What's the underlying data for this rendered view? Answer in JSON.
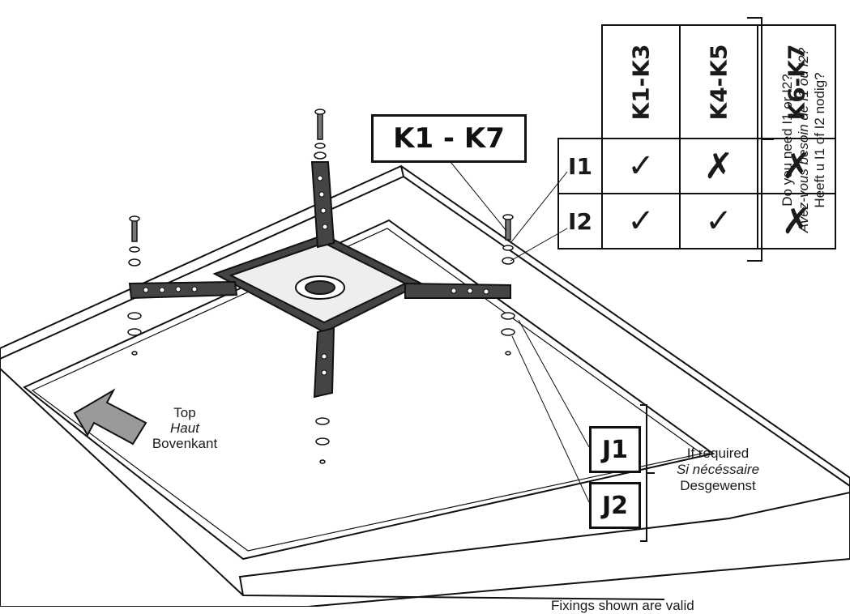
{
  "labels": {
    "k_box": "K1 - K7",
    "j1": "J1",
    "j2": "J2"
  },
  "table": {
    "columns": [
      "K1-K3",
      "K4-K5",
      "K6-K7"
    ],
    "rows": [
      {
        "label": "I1",
        "cells": [
          "✓",
          "✗",
          "✗"
        ]
      },
      {
        "label": "I2",
        "cells": [
          "✓",
          "✓",
          "✗"
        ]
      }
    ]
  },
  "question": {
    "line_en": "Do you need I1 or I2?",
    "line_fr": "Avez-vous besoin de I1 ou I2?",
    "line_nl": "Heeft u I1 of I2 nodig?"
  },
  "top_arrow": {
    "en": "Top",
    "fr": "Haut",
    "nl": "Bovenkant"
  },
  "if_required": {
    "en": "If required",
    "fr": "Si nécéssaire",
    "nl": "Desgewenst"
  },
  "footer": "Fixings shown are valid",
  "colors": {
    "line": "#111111",
    "arrow_fill": "#9a9a9a",
    "paper": "#ffffff"
  }
}
